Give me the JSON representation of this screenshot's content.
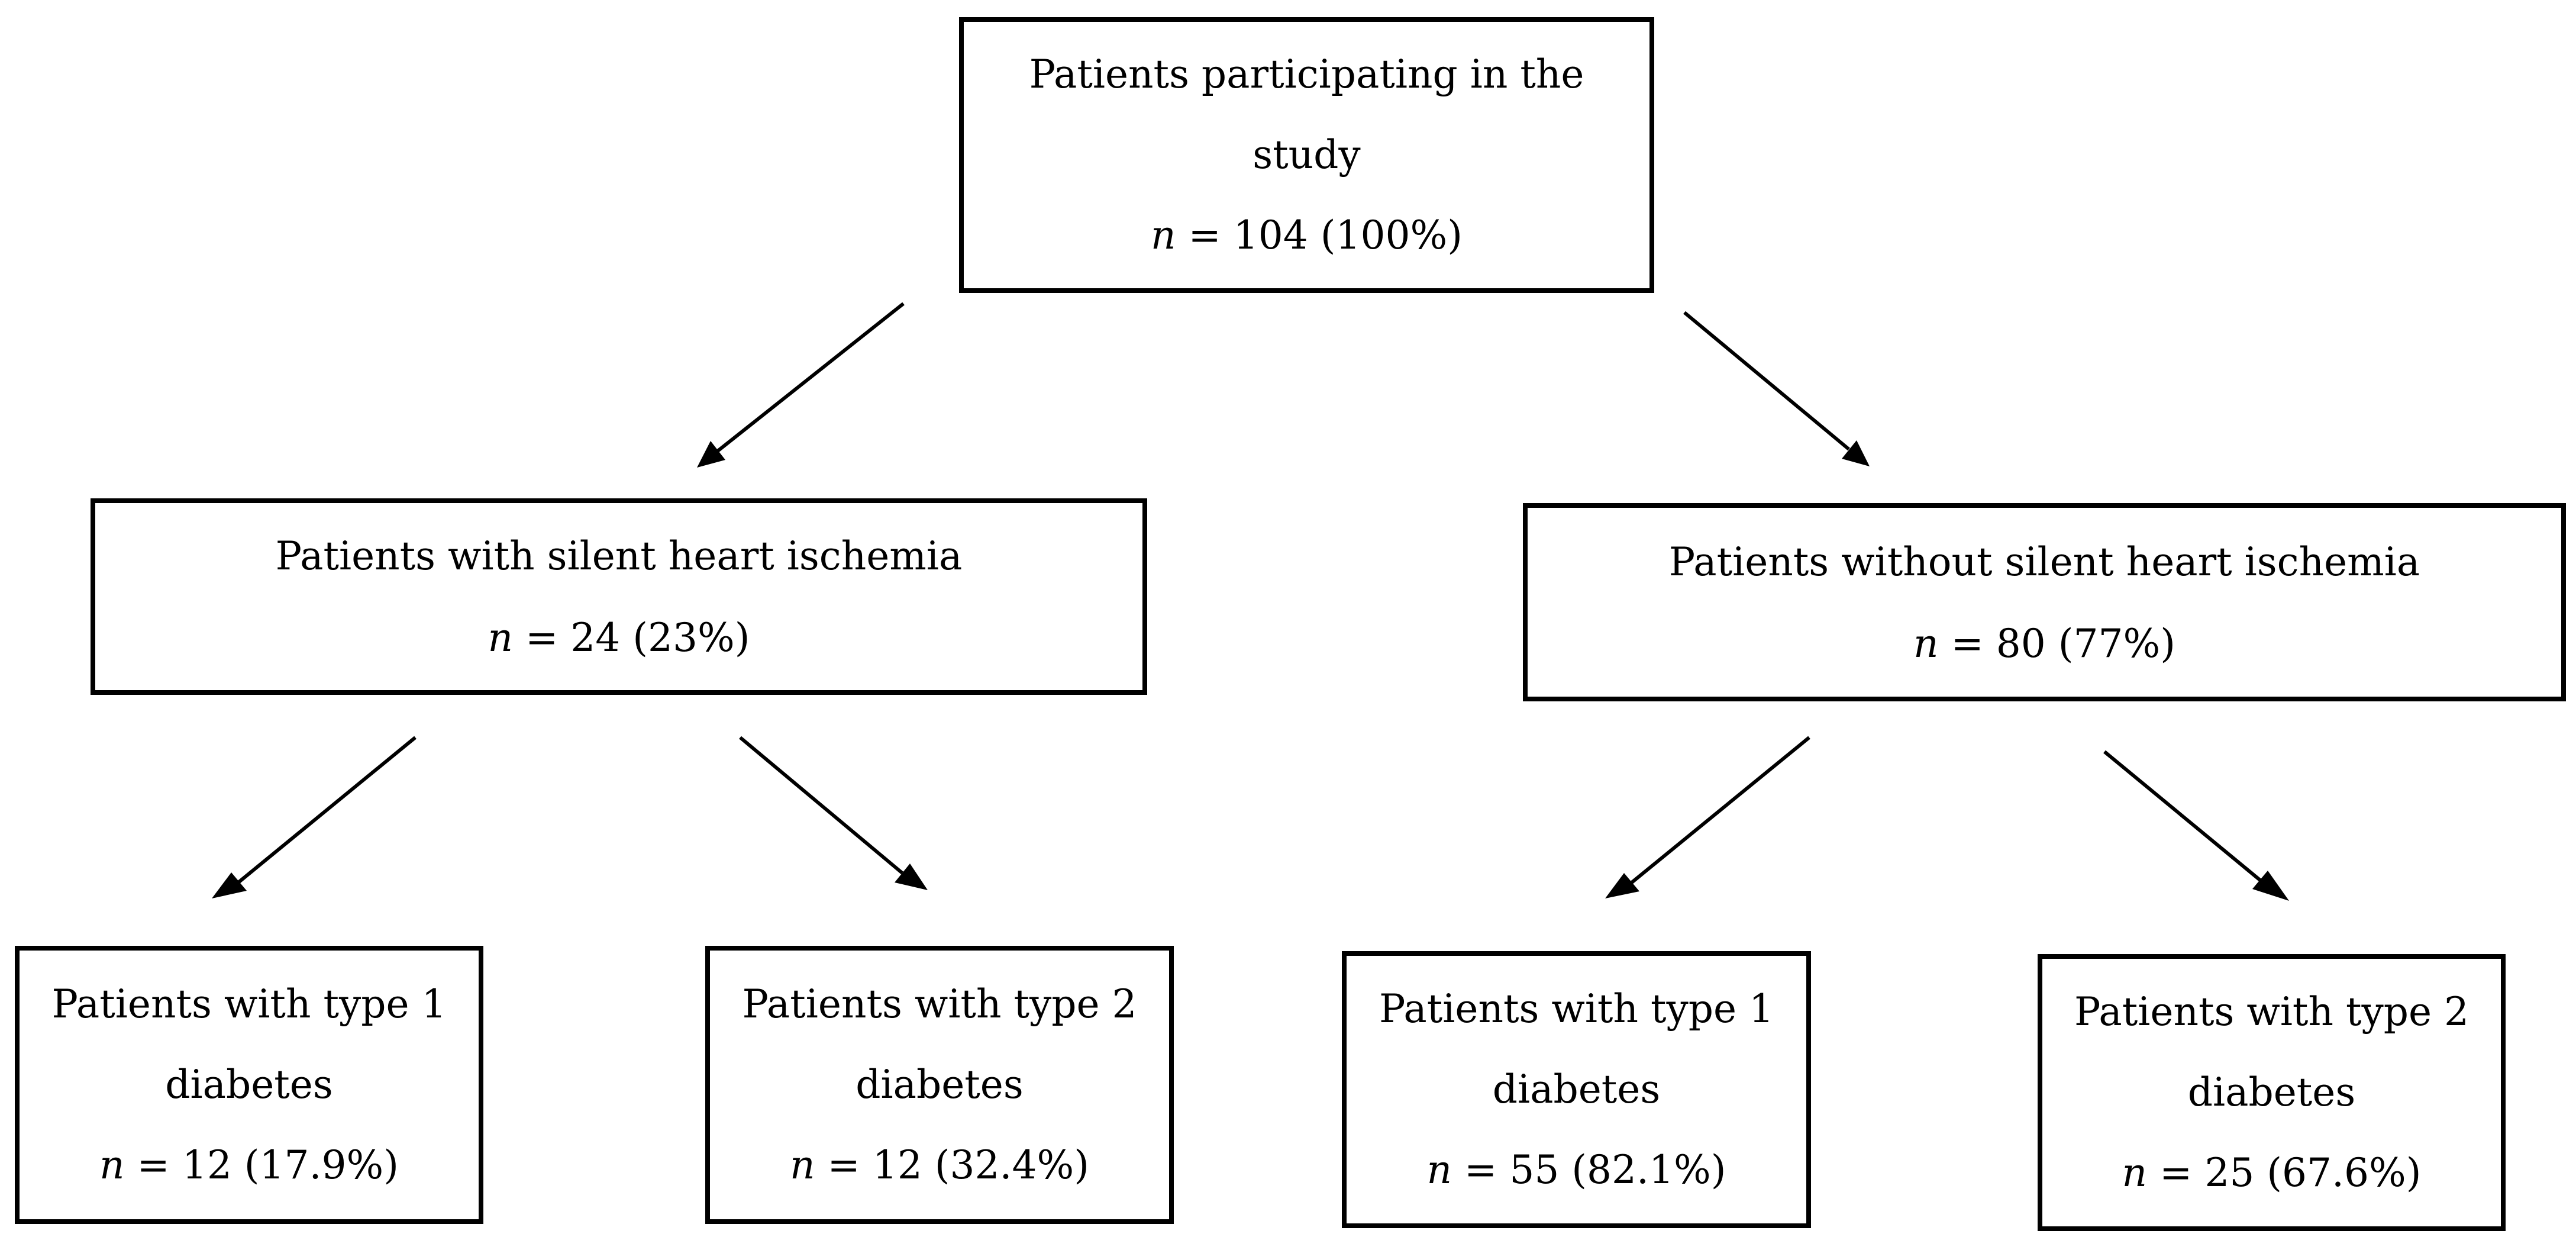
{
  "flowchart": {
    "root": {
      "title": "Patients participating in the study",
      "n_label": "n",
      "count": " = 104 (100%)"
    },
    "with_ischemia": {
      "title": "Patients with silent heart ischemia",
      "n_label": "n",
      "count": " = 24 (23%)"
    },
    "without_ischemia": {
      "title": "Patients without silent heart ischemia",
      "n_label": "n",
      "count": " = 80 (77%)"
    },
    "with_ischemia_type1": {
      "title": "Patients with type 1 diabetes",
      "n_label": "n",
      "count": " = 12 (17.9%)"
    },
    "with_ischemia_type2": {
      "title": "Patients with type 2 diabetes",
      "n_label": "n",
      "count": " = 12 (32.4%)"
    },
    "without_ischemia_type1": {
      "title": "Patients with type 1 diabetes",
      "n_label": "n",
      "count": " = 55 (82.1%)"
    },
    "without_ischemia_type2": {
      "title": "Patients with type 2 diabetes",
      "n_label": "n",
      "count": " = 25 (67.6%)"
    }
  }
}
